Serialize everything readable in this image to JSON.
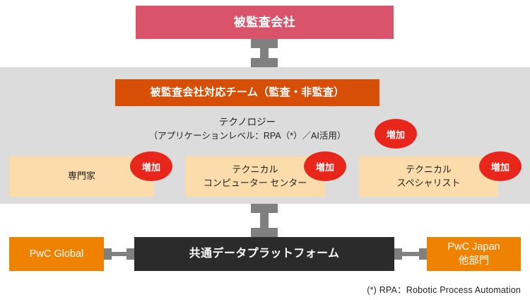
{
  "diagram": {
    "top_node": {
      "label": "被監査会社"
    },
    "team": {
      "header": "被監査会社対応チーム（監査・非監査）",
      "technology_line1": "テクノロジー",
      "technology_line2": "（アプリケーションレベル：RPA（*）／AI活用）",
      "badge_label": "増加"
    },
    "roles": [
      {
        "line1": "専門家",
        "line2": "",
        "badge_label": "増加"
      },
      {
        "line1": "テクニカル",
        "line2": "コンピューター センター",
        "badge_label": "増加"
      },
      {
        "line1": "テクニカル",
        "line2": "スペシャリスト",
        "badge_label": "増加"
      }
    ],
    "platform": {
      "label": "共通データプラットフォーム"
    },
    "side_nodes": {
      "left": {
        "line1": "PwC Global",
        "line2": ""
      },
      "right": {
        "line1": "PwC Japan",
        "line2": "他部門"
      }
    },
    "footnote": "(*) RPA：Robotic Process Automation"
  },
  "colors": {
    "crimson": "#d9536b",
    "orange_dark": "#d74e06",
    "orange": "#ef8200",
    "peach": "#fcdcab",
    "red_badge": "#e8261c",
    "gray_band": "#dcdcdc",
    "gray_connector": "#808080",
    "dark": "#2b2b2b"
  }
}
